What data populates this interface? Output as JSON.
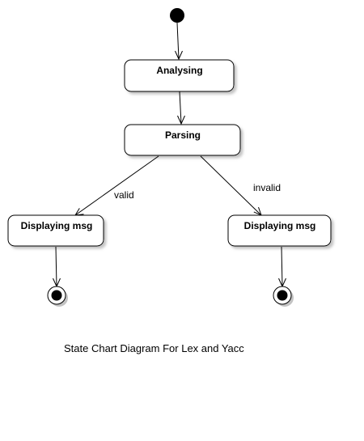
{
  "diagram": {
    "type": "state-chart",
    "caption": "State Chart Diagram For Lex and Yacc",
    "states": {
      "analysing": "Analysing",
      "parsing": "Parsing",
      "display_valid": "Displaying msg",
      "display_invalid": "Displaying msg"
    },
    "transitions": [
      {
        "from": "initial",
        "to": "analysing",
        "label": ""
      },
      {
        "from": "analysing",
        "to": "parsing",
        "label": ""
      },
      {
        "from": "parsing",
        "to": "display_valid",
        "label": "valid"
      },
      {
        "from": "parsing",
        "to": "display_invalid",
        "label": "invalid"
      },
      {
        "from": "display_valid",
        "to": "final_valid",
        "label": ""
      },
      {
        "from": "display_invalid",
        "to": "final_invalid",
        "label": ""
      }
    ]
  }
}
